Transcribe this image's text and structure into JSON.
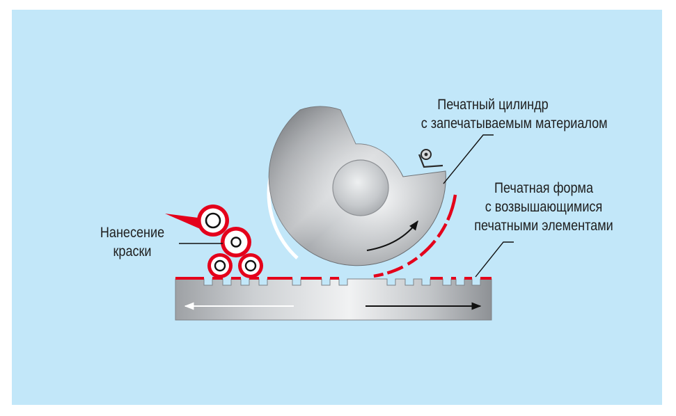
{
  "labels": {
    "cylinder": [
      "Печатный цилиндр",
      "с запечатываемым материалом"
    ],
    "form": [
      "Печатная форма",
      "с возвышающимися",
      "печатными элементами"
    ],
    "ink": [
      "Нанесение",
      "краски"
    ]
  },
  "colors": {
    "background": "#c2e7f9",
    "accent_red": "#e4001b",
    "metal_light": "#e2e4e6",
    "metal_dark": "#7d8084"
  }
}
